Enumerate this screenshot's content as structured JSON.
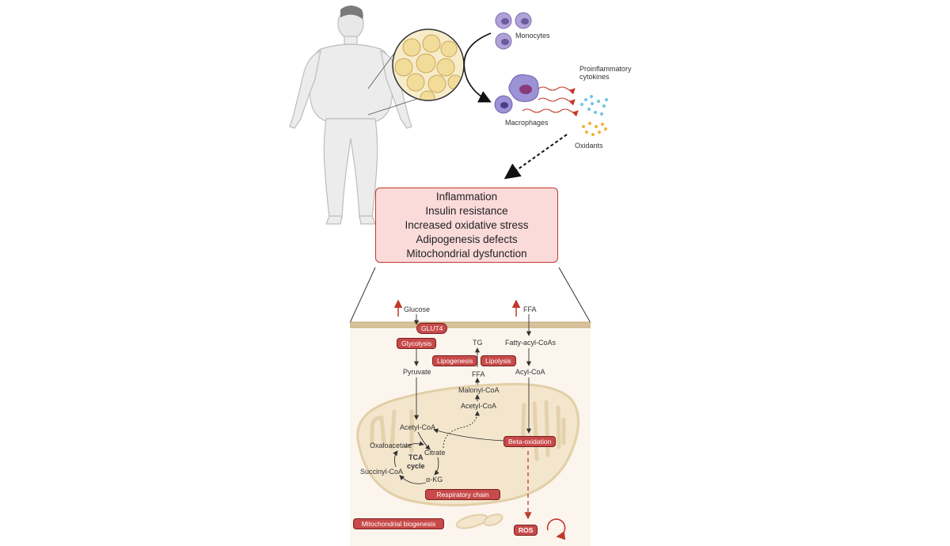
{
  "top": {
    "monocytes": "Monocytes",
    "proinflammatory": [
      "Proinflammatory",
      "cytokines"
    ],
    "macrophages": "Macrophages",
    "oxidants": "Oxidants"
  },
  "effects": [
    "Inflammation",
    "Insulin resistance",
    "Increased oxidative stress",
    "Adipogenesis defects",
    "Mitochondrial dysfunction"
  ],
  "cell": {
    "glucose": "Glucose",
    "ffa_top": "FFA",
    "glut4": "GLUT4",
    "glycolysis": "Glycolysis",
    "tg": "TG",
    "fatty_acyl": "Fatty-acyl-CoAs",
    "lipogenesis": "Lipogenesis",
    "lipolysis": "Lipolysis",
    "pyruvate": "Pyruvate",
    "ffa_mid": "FFA",
    "acyl_coa": "Acyl-CoA",
    "malonyl": "Malonyl-CoA",
    "acetyl_top": "Acetyl-CoA",
    "acetyl_mito": "Acetyl-CoA",
    "beta_ox": "Beta-oxidation",
    "oxaloacetate": "Oxaloacetate",
    "citrate": "Citrate",
    "tca": [
      "TCA",
      "cycle"
    ],
    "succinyl": "Succinyl-CoA",
    "akg": "α-KG",
    "respiratory": "Respiratory chain",
    "mito_bio": "Mitochondrial biogenesis",
    "ros": "ROS"
  },
  "colors": {
    "accent": "#c84a4a",
    "box_fill": "#fbdada",
    "membrane": "#d9c29a",
    "cytoplasm": "#fbf5ee"
  }
}
